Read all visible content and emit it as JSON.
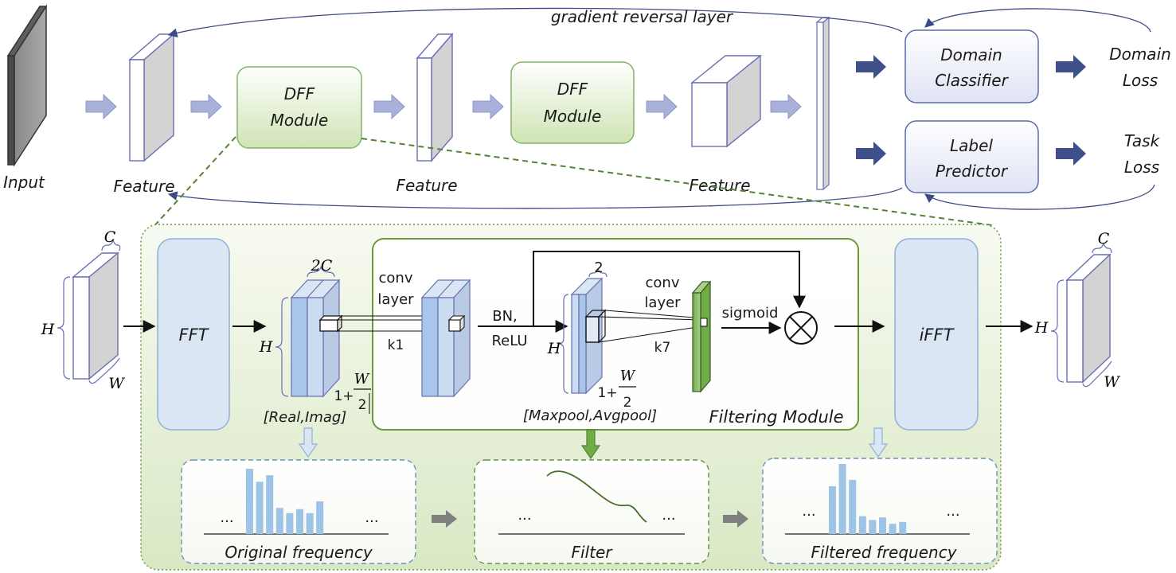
{
  "colors": {
    "arrow_fill": "#a9b0d9",
    "dark_arrow": "#3f4f8a",
    "dff_fill": "#e6f1d8",
    "dff_stroke": "#82b366",
    "classifier_fill": "#eef0fa",
    "classifier_stroke": "#5b6aa6",
    "module_bg": "#eef4e2",
    "module_border": "#6b9a3c",
    "fft_fill": "#dbe6f5",
    "fft_stroke": "#8fb0d8",
    "bar": "#9dc3e6",
    "filter_line": "#4a6b2a",
    "green_dark": "#548235",
    "slab_blue": "#c6daf1"
  },
  "top": {
    "input_label": "Input",
    "feature1_label": "Feature",
    "feature2_label": "Feature",
    "feature3_label": "Feature",
    "dff1_line1": "DFF",
    "dff1_line2": "Module",
    "dff2_line1": "DFF",
    "dff2_line2": "Module",
    "grl_label": "gradient reversal layer",
    "domain_classifier_line1": "Domain",
    "domain_classifier_line2": "Classifier",
    "label_predictor_line1": "Label",
    "label_predictor_line2": "Predictor",
    "domain_loss_line1": "Domain",
    "domain_loss_line2": "Loss",
    "task_loss_line1": "Task",
    "task_loss_line2": "Loss"
  },
  "detail": {
    "input_c": "C",
    "input_h": "H",
    "input_w": "W",
    "fft_label": "FFT",
    "ifft_label": "iFFT",
    "spec_2c": "2C",
    "spec_h": "H",
    "spec_w_prefix": "1+",
    "spec_w_num": "W",
    "spec_w_den": "2",
    "real_imag": "[Real,Imag]",
    "conv1_line1": "conv",
    "conv1_line2": "layer",
    "k1": "k1",
    "bn_line1": "BN,",
    "bn_line2": "ReLU",
    "pool_2": "2",
    "pool_h": "H",
    "pool_w_prefix": "1+",
    "pool_w_num": "W",
    "pool_w_den": "2",
    "maxavg": "[Maxpool,Avgpool]",
    "conv2_line1": "conv",
    "conv2_line2": "layer",
    "k7": "k7",
    "sigmoid": "sigmoid",
    "filtering_module": "Filtering Module",
    "out_c": "C",
    "out_h": "H",
    "out_w": "W"
  },
  "panels": {
    "original_label": "Original frequency",
    "filter_label": "Filter",
    "filtered_label": "Filtered frequency",
    "ellipsis": "..."
  },
  "chart_data": [
    {
      "type": "bar",
      "title": "Original frequency",
      "values": [
        10,
        8,
        9,
        4,
        3.2,
        3.8,
        3.2,
        5
      ]
    },
    {
      "type": "bar",
      "title": "Filtered frequency",
      "values": [
        7.5,
        11,
        8.5,
        2.8,
        2.2,
        2.6,
        1.6,
        1.9
      ]
    }
  ]
}
